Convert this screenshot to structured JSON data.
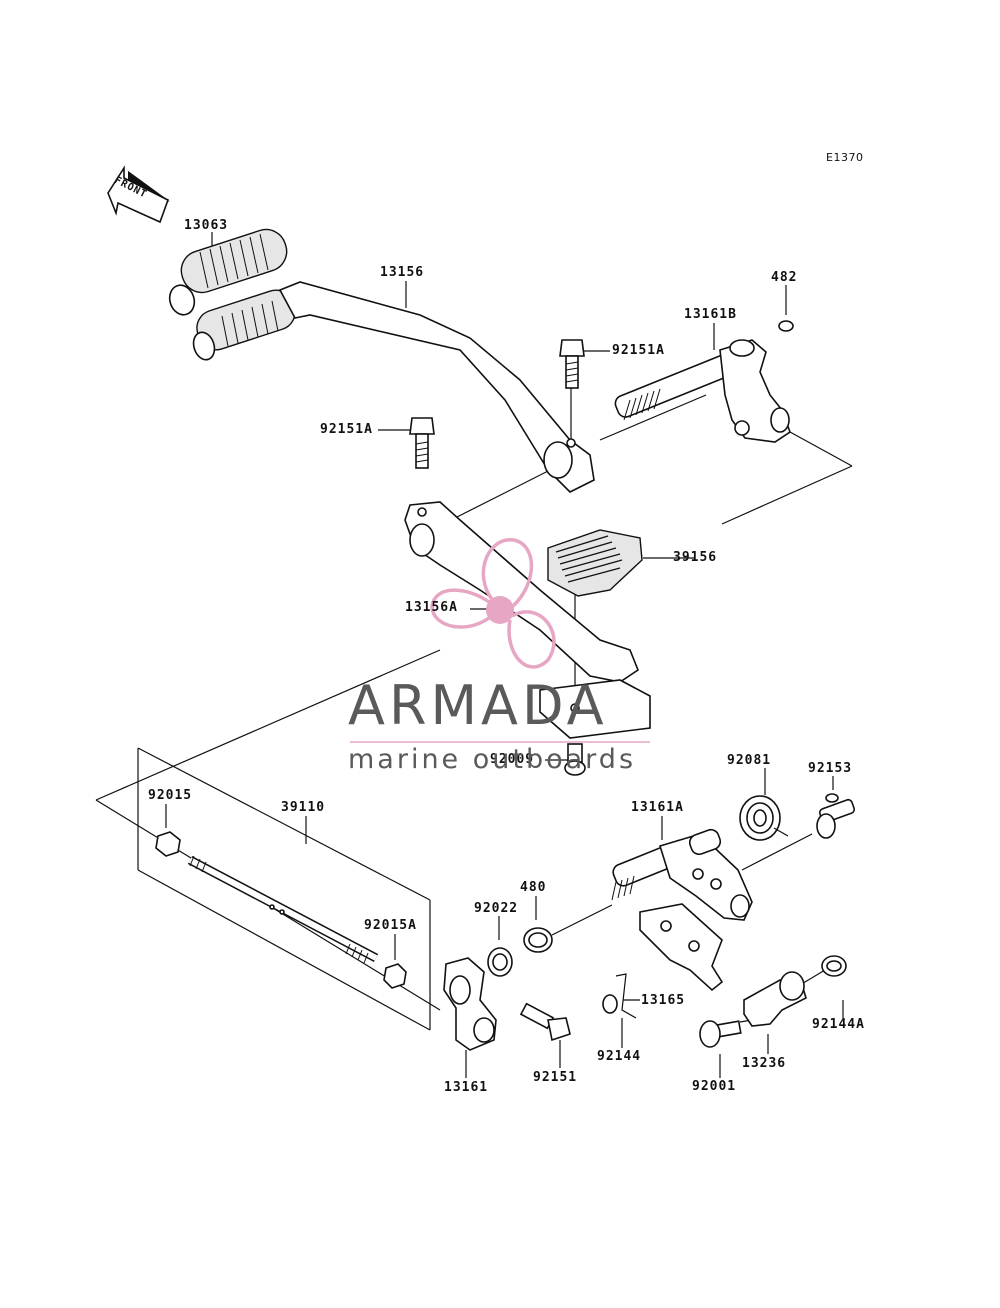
{
  "diagram": {
    "code": "E1370",
    "front_label": "FRONT",
    "parts": [
      {
        "id": "13063"
      },
      {
        "id": "13156"
      },
      {
        "id": "482"
      },
      {
        "id": "13161B"
      },
      {
        "id": "92151A"
      },
      {
        "id": "92151A"
      },
      {
        "id": "39156"
      },
      {
        "id": "13156A"
      },
      {
        "id": "92009"
      },
      {
        "id": "92081"
      },
      {
        "id": "92153"
      },
      {
        "id": "13161A"
      },
      {
        "id": "92015"
      },
      {
        "id": "39110"
      },
      {
        "id": "480"
      },
      {
        "id": "92022"
      },
      {
        "id": "92015A"
      },
      {
        "id": "13165"
      },
      {
        "id": "92144A"
      },
      {
        "id": "92144"
      },
      {
        "id": "92151"
      },
      {
        "id": "13236"
      },
      {
        "id": "13161"
      },
      {
        "id": "92001"
      }
    ]
  },
  "watermark": {
    "brand": "ARMADA",
    "tagline": "marine outboards",
    "colors": {
      "logo": "#e6a6c4",
      "text": "#5a5a5a"
    }
  }
}
